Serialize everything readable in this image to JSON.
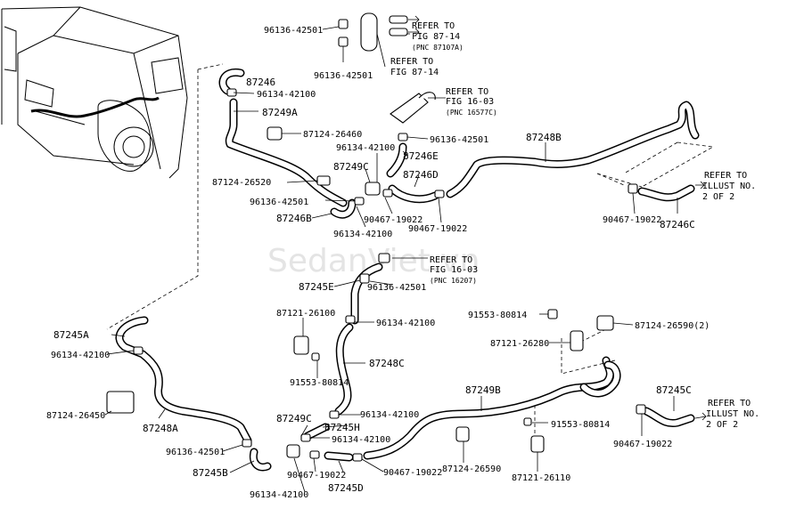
{
  "watermark": "SedanViet.vn",
  "labels": {
    "p96136_42501_a": "96136-42501",
    "p96136_42501_b": "96136-42501",
    "refer_87_14_a_1": "REFER TO",
    "refer_87_14_a_2": "FIG 87-14",
    "refer_87_14_a_3": "(PNC 87107A)",
    "refer_87_14_b_1": "REFER TO",
    "refer_87_14_b_2": "FIG 87-14",
    "p87246": "87246",
    "p96134_42100_a": "96134-42100",
    "p87249A": "87249A",
    "refer_16_03_a_1": "REFER TO",
    "refer_16_03_a_2": "FIG 16-03",
    "refer_16_03_a_3": "(PNC 16577C)",
    "p87124_26460": "87124-26460",
    "p96136_42501_c": "96136-42501",
    "p87248B": "87248B",
    "p96134_42100_b": "96134-42100",
    "p87246E": "87246E",
    "p87249C_a": "87249C",
    "p87246D": "87246D",
    "p87124_26520": "87124-26520",
    "p96136_42501_d": "96136-42501",
    "p87246B_a": "87246B",
    "p90467_19022_a": "90467-19022",
    "p90467_19022_b": "90467-19022",
    "p96134_42100_c": "96134-42100",
    "refer_illust_a_1": "REFER TO",
    "refer_illust_a_2": "ILLUST NO.",
    "refer_illust_a_3": "2 OF 2",
    "p90467_19022_c": "90467-19022",
    "p87246C": "87246C",
    "refer_16_03_b_1": "REFER TO",
    "refer_16_03_b_2": "FIG 16-03",
    "refer_16_03_b_3": "(PNC 16207)",
    "p87245E": "87245E",
    "p96136_42501_e": "96136-42501",
    "p87121_26100": "87121-26100",
    "p96134_42100_d": "96134-42100",
    "p91553_80814_a": "91553-80814",
    "p87124_26590_2": "87124-26590(2)",
    "p87245A": "87245A",
    "p87121_26280": "87121-26280",
    "p96134_42100_e": "96134-42100",
    "p87248C": "87248C",
    "p91553_80814_b": "91553-80814",
    "p87249B": "87249B",
    "p87245C": "87245C",
    "p87124_26450": "87124-26450",
    "p87249C_b": "87249C",
    "p96134_42100_f": "96134-42100",
    "p87245H": "87245H",
    "p91553_80814_c": "91553-80814",
    "p87248A": "87248A",
    "p96134_42100_g": "96134-42100",
    "p96136_42501_f": "96136-42501",
    "p90467_19022_d": "90467-19022",
    "refer_illust_b_1": "REFER TO",
    "refer_illust_b_2": "ILLUST NO.",
    "refer_illust_b_3": "2 OF 2",
    "p87245B": "87245B",
    "p90467_19022_e": "90467-19022",
    "p90467_19022_f": "90467-19022",
    "p87124_26590": "87124-26590",
    "p87121_26110": "87121-26110",
    "p96134_42100_h": "96134-42100",
    "p87245D": "87245D"
  }
}
